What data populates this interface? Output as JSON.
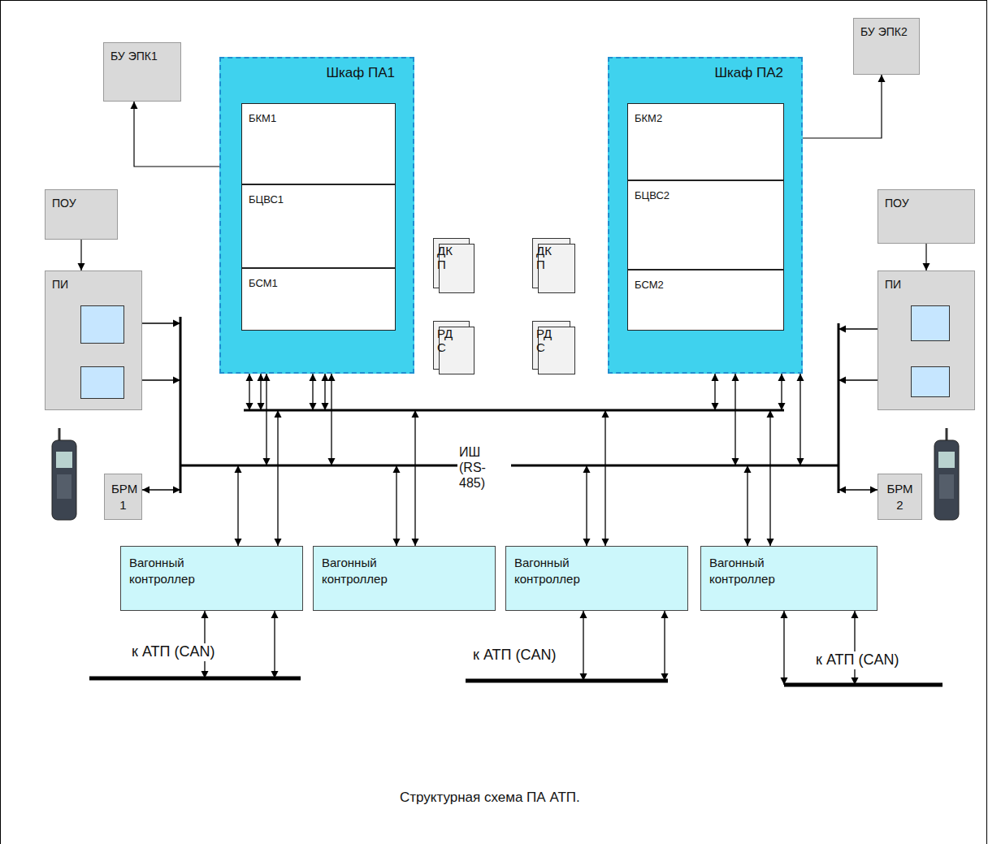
{
  "diagram": {
    "caption": "Структурная схема ПА АТП.",
    "nodes": [
      {
        "text": [
          "БУ ЭПК1"
        ]
      },
      {
        "text": [
          "Шкаф ПА1"
        ]
      },
      {
        "text": [
          "БКМ1"
        ],
        "in": 1
      },
      {
        "text": [
          "БЦВС1"
        ],
        "in": 1
      },
      {
        "text": [
          "БСМ1"
        ],
        "in": 1
      },
      {
        "text": [
          "Шкаф ПА2"
        ]
      },
      {
        "text": [
          "БКМ2"
        ],
        "in": 5
      },
      {
        "text": [
          "БЦВС2"
        ],
        "in": 5
      },
      {
        "text": [
          "БСМ2"
        ],
        "in": 5
      },
      {
        "text": [
          "БУ ЭПК2"
        ]
      },
      {
        "text": [
          "ПОУ"
        ]
      },
      {
        "text": [
          "ПИ"
        ]
      },
      {
        "text": [
          "ДК П"
        ]
      },
      {
        "text": [
          "ДК П"
        ]
      },
      {
        "text": [
          "РД С"
        ]
      },
      {
        "text": [
          "РД С"
        ]
      },
      {
        "text": [
          "ПОУ"
        ]
      },
      {
        "text": [
          "ПИ"
        ]
      },
      {
        "text": [
          "БРМ 1"
        ]
      },
      {
        "text": [
          "БРМ 2"
        ]
      },
      {
        "text": [
          "Вагонный контроллер"
        ]
      },
      {
        "text": [
          "Вагонный контроллер"
        ]
      },
      {
        "text": [
          "Вагонный контроллер"
        ]
      },
      {
        "text": [
          "Вагонный контроллер"
        ]
      }
    ],
    "edges": [
      {
        "from": 1,
        "to": 0,
        "arrow": "to"
      },
      {
        "from": 5,
        "to": 9,
        "arrow": "to"
      },
      {
        "from": 10,
        "to": 11,
        "arrow": "to"
      },
      {
        "from": 16,
        "to": 17,
        "arrow": "to"
      }
    ],
    "labels": [
      "ИШ (RS- 485)",
      "к АТП (CAN)",
      "к АТП (CAN)",
      "к АТП (CAN)"
    ]
  }
}
